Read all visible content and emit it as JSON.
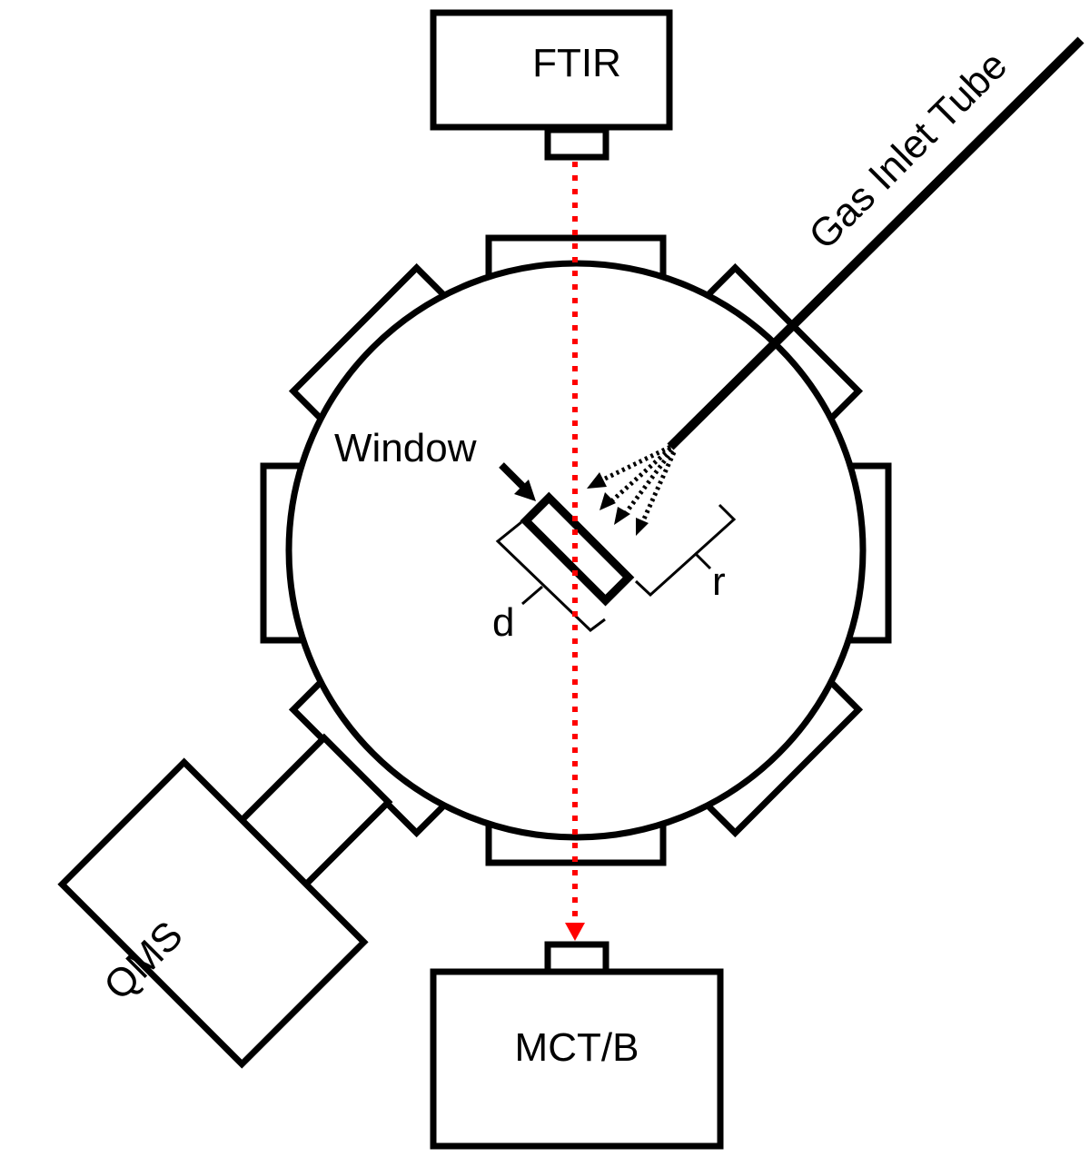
{
  "diagram": {
    "type": "experimental-setup-schematic",
    "labels": {
      "ftir": "FTIR",
      "mct": "MCT/B",
      "qms": "QMS",
      "gas_inlet": "Gas Inlet Tube",
      "window": "Window",
      "d": "d",
      "r": "r"
    },
    "colors": {
      "stroke": "#000000",
      "beam": "#ff0000",
      "background": "#ffffff"
    },
    "components": [
      {
        "id": "ftir",
        "kind": "spectrometer",
        "label_key": "ftir"
      },
      {
        "id": "chamber",
        "kind": "vacuum-chamber",
        "ports": 8
      },
      {
        "id": "window",
        "kind": "sample-window"
      },
      {
        "id": "gas_inlet",
        "kind": "gas-doser"
      },
      {
        "id": "mct",
        "kind": "detector",
        "label_key": "mct"
      },
      {
        "id": "qms",
        "kind": "mass-spectrometer",
        "label_key": "qms"
      }
    ],
    "connections": [
      {
        "from": "ftir",
        "to": "mct",
        "style": "red-dotted-arrow",
        "meaning": "IR beam through window"
      },
      {
        "from": "gas_inlet",
        "to": "window",
        "style": "black-dotted-arrows",
        "count": 4
      },
      {
        "from": "chamber",
        "to": "qms",
        "style": "tube"
      }
    ]
  }
}
